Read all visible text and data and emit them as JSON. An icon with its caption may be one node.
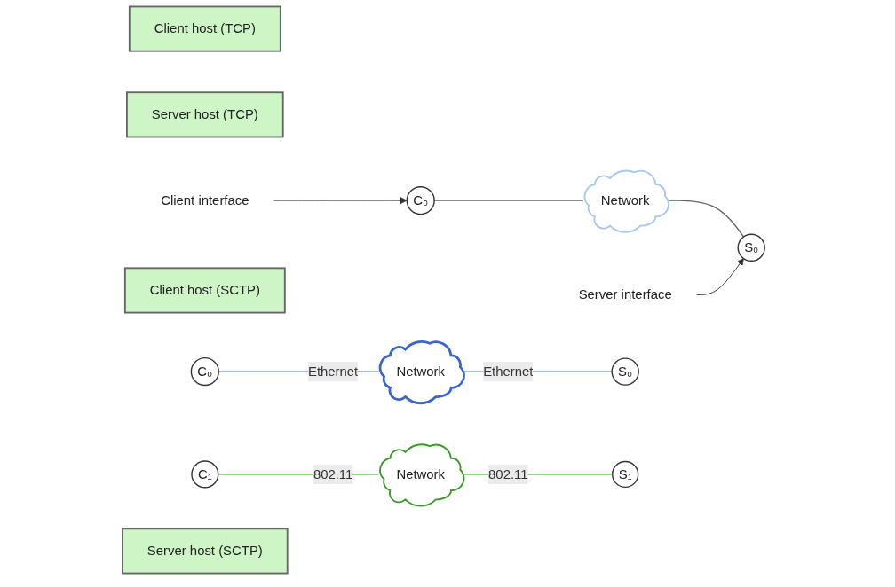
{
  "diagram": {
    "nodes": [
      {
        "text": [
          "Client host (TCP)"
        ]
      },
      {
        "text": [
          "C₀"
        ]
      },
      {
        "text": [
          "Network"
        ]
      },
      {
        "text": [
          "S₀"
        ]
      },
      {
        "text": [
          "Server host (TCP)"
        ]
      },
      {
        "text": [
          "Client interface"
        ]
      },
      {
        "text": [
          "Server interface"
        ]
      },
      {
        "text": [
          "Client host (SCTP)"
        ]
      },
      {
        "text": [
          "C₀"
        ]
      },
      {
        "text": [
          "C₁"
        ]
      },
      {
        "text": [
          "Network"
        ]
      },
      {
        "text": [
          "Network"
        ]
      },
      {
        "text": [
          "S₀"
        ]
      },
      {
        "text": [
          "S₁"
        ]
      },
      {
        "text": [
          "Server host (SCTP)"
        ]
      }
    ],
    "edges": [
      {
        "from": 1,
        "to": 2,
        "arrow": "none",
        "color": "#666666"
      },
      {
        "from": 2,
        "to": 3,
        "arrow": "none",
        "color": "#666666"
      },
      {
        "from": 5,
        "to": 1,
        "arrow": "to"
      },
      {
        "from": 6,
        "to": 3,
        "arrow": "to"
      },
      {
        "from": 8,
        "to": 10,
        "arrow": "none",
        "label": "Ethernet",
        "color": "#4a6fd8"
      },
      {
        "from": 10,
        "to": 12,
        "arrow": "none",
        "label": "Ethernet",
        "color": "#4a6fd8"
      },
      {
        "from": 9,
        "to": 11,
        "arrow": "none",
        "label": "802.11",
        "color": "#3a9a2a"
      },
      {
        "from": 11,
        "to": 13,
        "arrow": "none",
        "label": "802.11",
        "color": "#3a9a2a"
      }
    ]
  }
}
